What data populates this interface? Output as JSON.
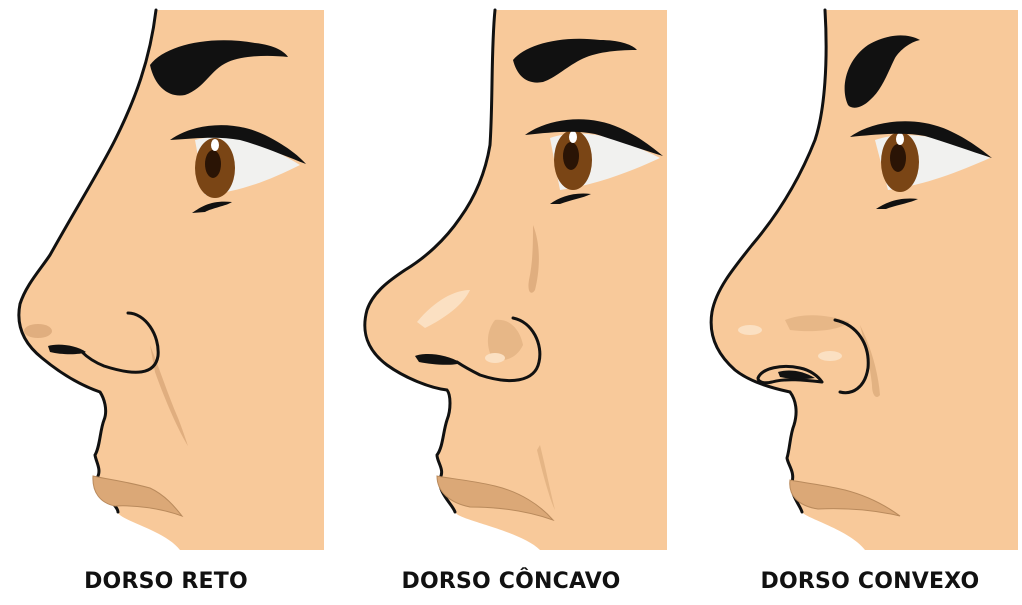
{
  "colors": {
    "skin": "#f8c99a",
    "outline": "#111111",
    "shadow": "#d9a878",
    "highlight": "#fbe0c2",
    "lip": "#dba877",
    "iris": "#7a4515",
    "eye_white": "#f1f1ef",
    "hair": "#111111"
  },
  "panels": [
    {
      "label": "DORSO RETO",
      "nose_shape": "straight"
    },
    {
      "label": "DORSO CÔNCAVO",
      "nose_shape": "concave"
    },
    {
      "label": "DORSO CONVEXO",
      "nose_shape": "convex"
    }
  ]
}
